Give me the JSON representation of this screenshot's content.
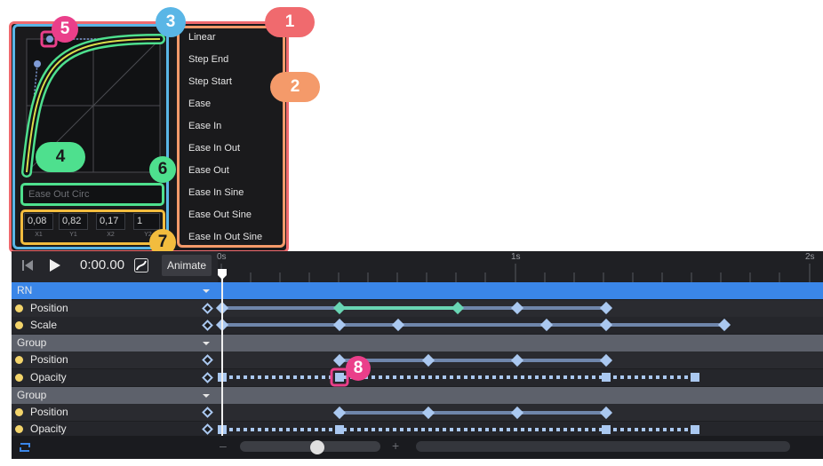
{
  "easing_editor": {
    "preset_name_placeholder": "Ease Out Circ",
    "values": [
      {
        "label": "X1",
        "value": "0,08"
      },
      {
        "label": "Y1",
        "value": "0,82"
      },
      {
        "label": "X2",
        "value": "0,17"
      },
      {
        "label": "Y2",
        "value": "1"
      }
    ],
    "presets": [
      "Linear",
      "Step End",
      "Step Start",
      "Ease",
      "Ease In",
      "Ease In Out",
      "Ease Out",
      "Ease In Sine",
      "Ease Out Sine",
      "Ease In Out Sine"
    ]
  },
  "callouts": {
    "b1": "1",
    "b2": "2",
    "b3": "3",
    "b4": "4",
    "b5": "5",
    "b6": "6",
    "b7": "7",
    "b8": "8"
  },
  "timeline": {
    "time": "0:00.00",
    "animate_label": "Animate",
    "ruler_labels": [
      "0s",
      "1s",
      "2s"
    ],
    "rows": [
      {
        "type": "group",
        "label": "RN",
        "selected": true
      },
      {
        "type": "track",
        "label": "Position"
      },
      {
        "type": "track",
        "label": "Scale"
      },
      {
        "type": "group",
        "label": "Group"
      },
      {
        "type": "track",
        "label": "Position"
      },
      {
        "type": "track",
        "label": "Opacity"
      },
      {
        "type": "group",
        "label": "Group"
      },
      {
        "type": "track",
        "label": "Position"
      },
      {
        "type": "track",
        "label": "Opacity"
      }
    ],
    "zoom_minus": "–",
    "zoom_plus": "+"
  },
  "colors": {
    "popup_border": "#f06a6e",
    "curve_border": "#5ab6e6",
    "preset_border": "#f49a6a",
    "name_border": "#4ee08e",
    "values_border": "#f2bc3e",
    "badge_5_8": "#ea3f8a",
    "selected_row": "#3a86e8",
    "keyframe": "#aac8f0",
    "easing_segment": "#69d6b4"
  }
}
